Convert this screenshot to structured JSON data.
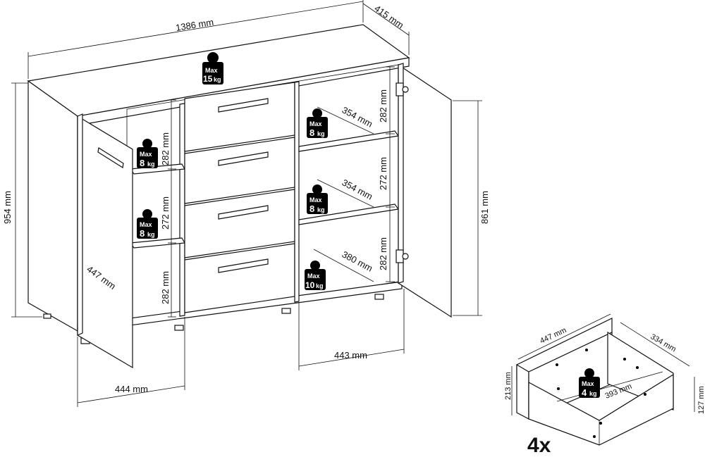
{
  "dimensions": {
    "total_width": "1386 mm",
    "depth": "415 mm",
    "total_height": "954 mm",
    "door_height": "861 mm",
    "left_shelf_width": "444 mm",
    "right_shelf_width": "443 mm",
    "left_door_width": "447 mm",
    "left_compartment_top": "282 mm",
    "left_compartment_middle": "272 mm",
    "left_compartment_bottom": "282 mm",
    "right_compartment_top": "282 mm",
    "right_compartment_middle": "272 mm",
    "right_compartment_bottom": "282 mm",
    "right_shelf_depth_top": "354 mm",
    "right_shelf_depth_middle": "354 mm",
    "right_shelf_depth_bottom": "380 mm"
  },
  "load_limits": {
    "top": {
      "max": "Max",
      "value": "15",
      "unit": "kg"
    },
    "left_upper_shelf": {
      "max": "Max",
      "value": "8",
      "unit": "kg"
    },
    "left_lower_shelf": {
      "max": "Max",
      "value": "8",
      "unit": "kg"
    },
    "right_upper_shelf": {
      "max": "Max",
      "value": "8",
      "unit": "kg"
    },
    "right_middle_shelf": {
      "max": "Max",
      "value": "8",
      "unit": "kg"
    },
    "right_bottom": {
      "max": "Max",
      "value": "10",
      "unit": "kg"
    },
    "drawer": {
      "max": "Max",
      "value": "4",
      "unit": "kg"
    }
  },
  "drawer_detail": {
    "count": "4x",
    "width": "447 mm",
    "depth": "334 mm",
    "height": "213 mm",
    "inner_width": "393 mm",
    "inner_height": "127 mm"
  },
  "colors": {
    "line": "#111111",
    "badge": "#000000",
    "background": "#ffffff"
  }
}
